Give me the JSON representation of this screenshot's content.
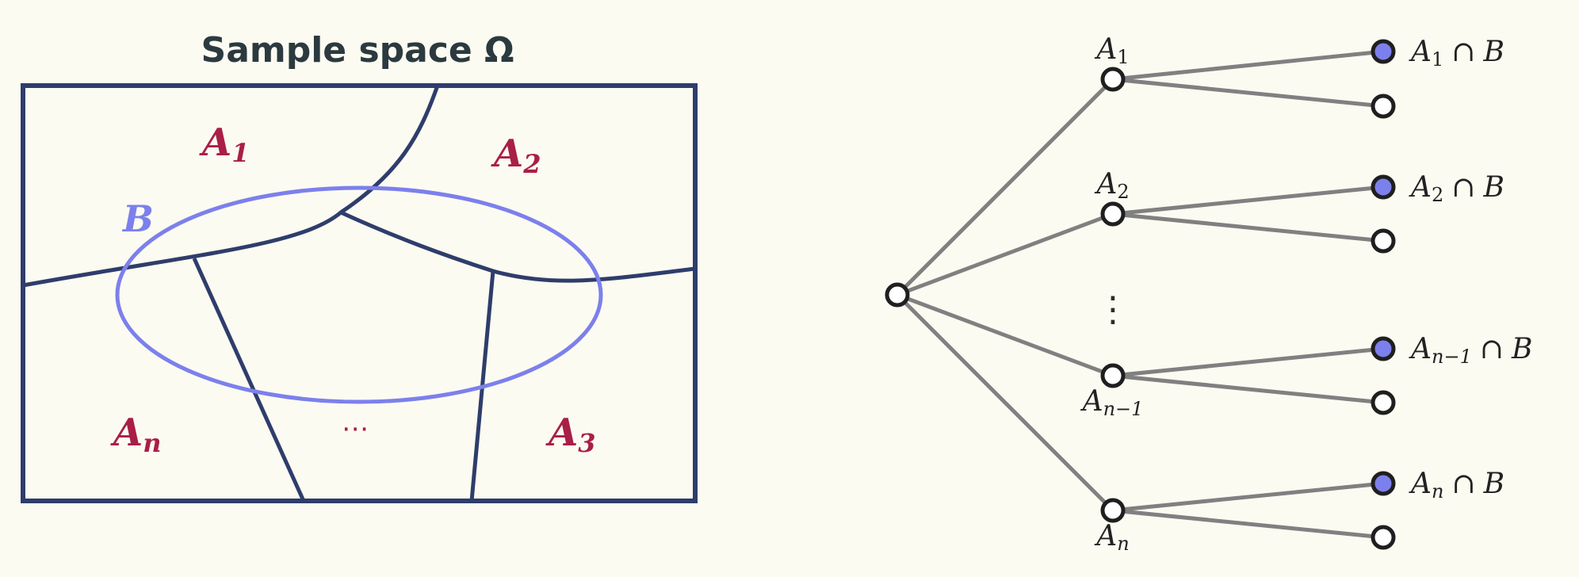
{
  "venn": {
    "title_text": "Sample space ",
    "title_symbol": "Ω",
    "regions": [
      {
        "name": "A",
        "sub": "1"
      },
      {
        "name": "A",
        "sub": "2"
      },
      {
        "name": "A",
        "sub": "3"
      },
      {
        "name": "A",
        "sub": "n"
      }
    ],
    "ellipsis": "⋯",
    "event": "B"
  },
  "tree": {
    "branches": [
      {
        "label": "A",
        "sub": "1",
        "leaf_set": "A",
        "leaf_sub": "1",
        "cap": "∩",
        "leaf_event": "B"
      },
      {
        "label": "A",
        "sub": "2",
        "leaf_set": "A",
        "leaf_sub": "2",
        "cap": "∩",
        "leaf_event": "B"
      },
      {
        "label": "A",
        "sub": "n−1",
        "leaf_set": "A",
        "leaf_sub": "n−1",
        "cap": "∩",
        "leaf_event": "B"
      },
      {
        "label": "A",
        "sub": "n",
        "leaf_set": "A",
        "leaf_sub": "n",
        "cap": "∩",
        "leaf_event": "B"
      }
    ],
    "vertical_dots": "⋮"
  },
  "colors": {
    "outline": "#2e3d6b",
    "event_ellipse": "#7c80ec",
    "region_label": "#a91f45",
    "tree_edge": "#808080",
    "highlighted_leaf": "#7c80ec",
    "node_fill": "#ffffff"
  }
}
